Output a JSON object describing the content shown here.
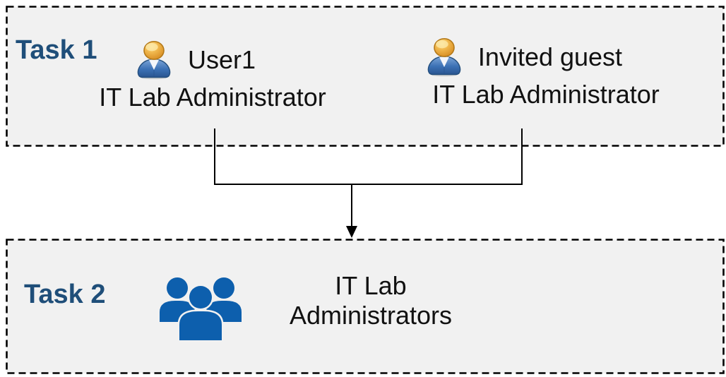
{
  "task1": {
    "label": "Task 1",
    "members": [
      {
        "name": "User1",
        "role": "IT Lab Administrator",
        "icon": "person-icon"
      },
      {
        "name": "Invited guest",
        "role": "IT Lab Administrator",
        "icon": "person-icon"
      }
    ]
  },
  "task2": {
    "label": "Task 2",
    "group_name": "IT Lab Administrators",
    "icon": "people-group-icon"
  },
  "connector": {
    "type": "merge-arrow",
    "description": "lines from both Task 1 members merge into one arrow pointing to Task 2 group"
  },
  "colors": {
    "task_label_blue": "#1F4E79",
    "box_fill": "#F1F1F1",
    "border_black": "#000000",
    "body_text": "#111111",
    "group_icon_blue": "#0D5FAD",
    "person_head_gold": "#E8A33D",
    "person_body_blue": "#3B70B4",
    "connector_black": "#000000"
  }
}
